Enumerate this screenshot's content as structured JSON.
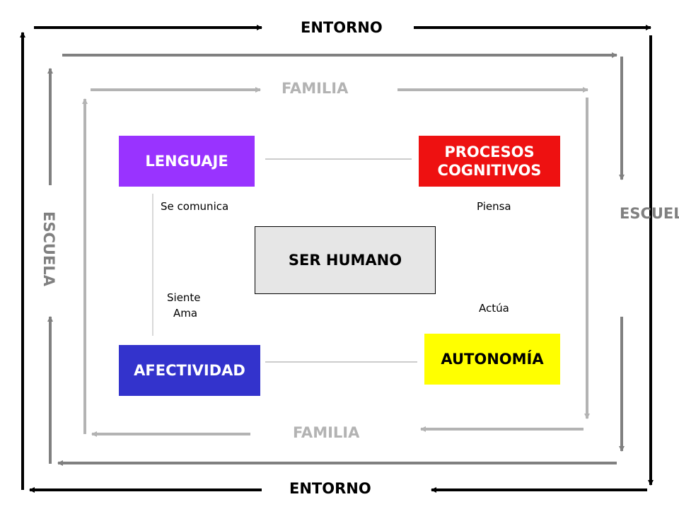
{
  "labels": {
    "entorno_top": "ENTORNO",
    "entorno_bottom": "ENTORNO",
    "familia_top": "FAMILIA",
    "familia_bottom": "FAMILIA",
    "escuela_left": "ESCUELA",
    "escuela_right": "ESCUELA"
  },
  "boxes": {
    "lenguaje": {
      "label": "LENGUAJE",
      "color": "#9933ff",
      "text_color": "#ffffff"
    },
    "procesos_line1": "PROCESOS",
    "procesos_line2": "COGNITIVOS",
    "procesos": {
      "color": "#ee1111",
      "text_color": "#ffffff"
    },
    "ser_humano": {
      "label": "SER HUMANO",
      "color": "#e6e6e6",
      "text_color": "#000000"
    },
    "afectividad": {
      "label": "AFECTIVIDAD",
      "color": "#3333cc",
      "text_color": "#ffffff"
    },
    "autonomia": {
      "label": "AUTONOMÍA",
      "color": "#ffff00",
      "text_color": "#000000"
    }
  },
  "annotations": {
    "se_comunica": "Se comunica",
    "piensa": "Piensa",
    "siente": "Siente",
    "ama": "Ama",
    "actua": "Actúa"
  },
  "colors": {
    "entorno": "#000000",
    "escuela": "#808080",
    "familia": "#b3b3b3"
  }
}
